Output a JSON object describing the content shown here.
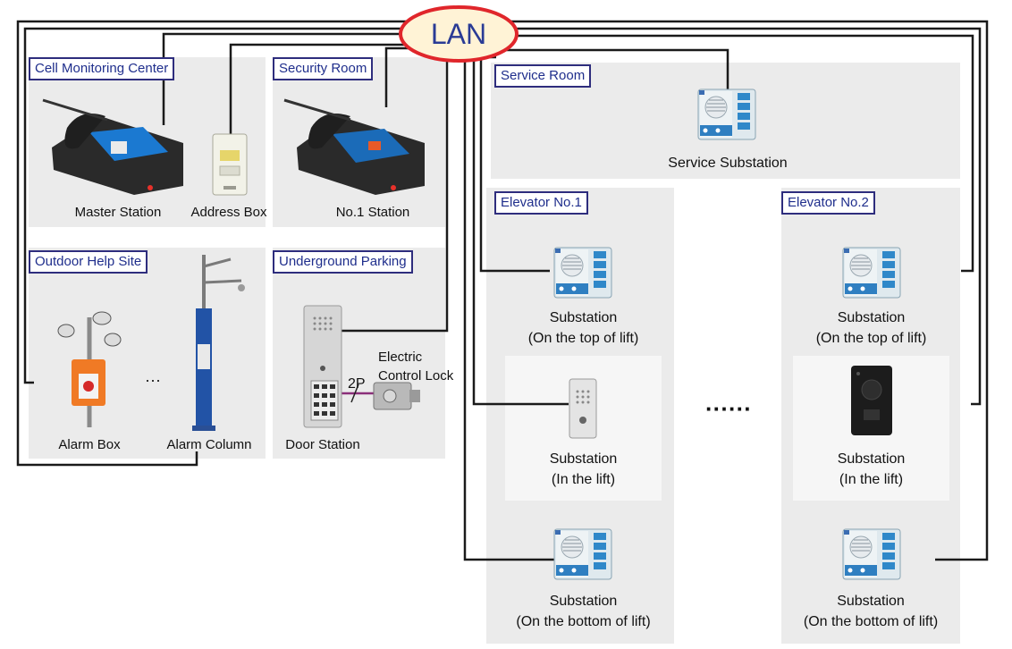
{
  "hub": {
    "label": "LAN"
  },
  "zones": {
    "cell_monitoring": {
      "title": "Cell Monitoring Center"
    },
    "security_room": {
      "title": "Security Room"
    },
    "outdoor_help": {
      "title": "Outdoor Help Site"
    },
    "underground_parking": {
      "title": "Underground Parking"
    },
    "service_room": {
      "title": "Service Room"
    },
    "elevator_1": {
      "title": "Elevator No.1"
    },
    "elevator_2": {
      "title": "Elevator No.2"
    }
  },
  "devices": {
    "master_station": "Master Station",
    "address_box": "Address Box",
    "no1_station": "No.1 Station",
    "alarm_box": "Alarm Box",
    "alarm_column": "Alarm Column",
    "door_station": "Door Station",
    "electric_lock_line1": "Electric",
    "electric_lock_line2": "Control Lock",
    "lock_wire_label": "2P",
    "service_substation": "Service Substation",
    "sub_top": [
      "Substation",
      "(On the top of lift)"
    ],
    "sub_in": [
      "Substation",
      "(In the lift)"
    ],
    "sub_bottom": [
      "Substation",
      "(On the bottom of lift)"
    ],
    "ellipsis_small": "···",
    "ellipsis_large": "······"
  },
  "colors": {
    "panel": "#ebebeb",
    "tag_border": "#2e2d7d",
    "tag_text": "#1f2e8c",
    "lan_border": "#e0262b",
    "lan_fill": "#fff3d6",
    "lan_text": "#2a3b95",
    "wire": "#1a1a1a",
    "lock_wire": "#8b2f7a"
  }
}
